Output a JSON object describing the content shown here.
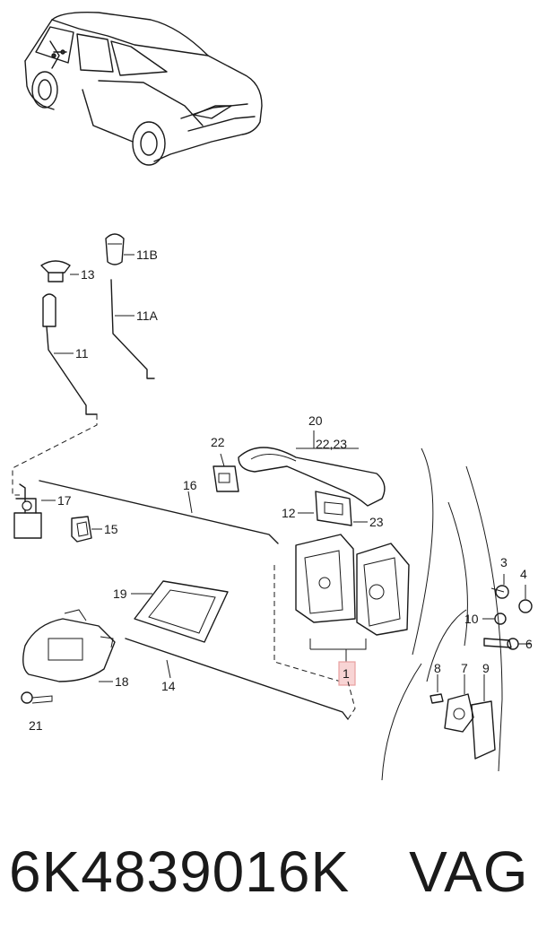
{
  "callouts": {
    "c1": "1",
    "c3": "3",
    "c4": "4",
    "c6": "6",
    "c7": "7",
    "c8": "8",
    "c9": "9",
    "c10": "10",
    "c11": "11",
    "c11a": "11A",
    "c11b": "11B",
    "c12": "12",
    "c13": "13",
    "c14": "14",
    "c15": "15",
    "c16": "16",
    "c17": "17",
    "c18": "18",
    "c19": "19",
    "c20": "20",
    "c21": "21",
    "c22": "22",
    "c22_23": "22,23",
    "c23": "23"
  },
  "highlight_color": "#e8a0a0",
  "footer": {
    "part_number": "6K4839016K",
    "brand": "VAG"
  }
}
